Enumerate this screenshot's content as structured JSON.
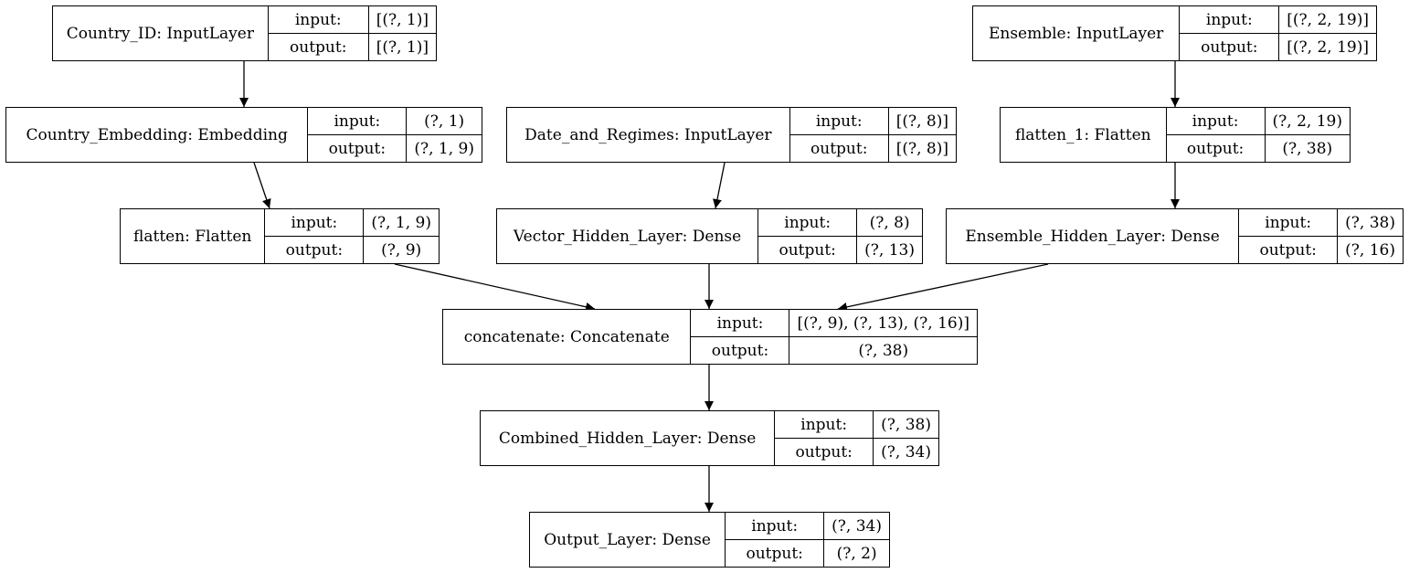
{
  "labels": {
    "input": "input:",
    "output": "output:"
  },
  "nodes": [
    {
      "id": "country-id",
      "name": "Country_ID: InputLayer",
      "input": "[(?, 1)]",
      "output": "[(?, 1)]"
    },
    {
      "id": "ensemble",
      "name": "Ensemble: InputLayer",
      "input": "[(?, 2, 19)]",
      "output": "[(?, 2, 19)]"
    },
    {
      "id": "country-embedding",
      "name": "Country_Embedding: Embedding",
      "input": "(?, 1)",
      "output": "(?, 1, 9)"
    },
    {
      "id": "date-and-regimes",
      "name": "Date_and_Regimes: InputLayer",
      "input": "[(?, 8)]",
      "output": "[(?, 8)]"
    },
    {
      "id": "flatten-1",
      "name": "flatten_1: Flatten",
      "input": "(?, 2, 19)",
      "output": "(?, 38)"
    },
    {
      "id": "flatten",
      "name": "flatten: Flatten",
      "input": "(?, 1, 9)",
      "output": "(?, 9)"
    },
    {
      "id": "vector-hidden",
      "name": "Vector_Hidden_Layer: Dense",
      "input": "(?, 8)",
      "output": "(?, 13)"
    },
    {
      "id": "ensemble-hidden",
      "name": "Ensemble_Hidden_Layer: Dense",
      "input": "(?, 38)",
      "output": "(?, 16)"
    },
    {
      "id": "concatenate",
      "name": "concatenate: Concatenate",
      "input": "[(?, 9), (?, 13), (?, 16)]",
      "output": "(?, 38)"
    },
    {
      "id": "combined-hidden",
      "name": "Combined_Hidden_Layer: Dense",
      "input": "(?, 38)",
      "output": "(?, 34)"
    },
    {
      "id": "output-layer",
      "name": "Output_Layer: Dense",
      "input": "(?, 34)",
      "output": "(?, 2)"
    }
  ],
  "edges": [
    [
      "country-id",
      "country-embedding"
    ],
    [
      "country-embedding",
      "flatten"
    ],
    [
      "ensemble",
      "flatten-1"
    ],
    [
      "flatten-1",
      "ensemble-hidden"
    ],
    [
      "date-and-regimes",
      "vector-hidden"
    ],
    [
      "flatten",
      "concatenate"
    ],
    [
      "vector-hidden",
      "concatenate"
    ],
    [
      "ensemble-hidden",
      "concatenate"
    ],
    [
      "concatenate",
      "combined-hidden"
    ],
    [
      "combined-hidden",
      "output-layer"
    ]
  ]
}
